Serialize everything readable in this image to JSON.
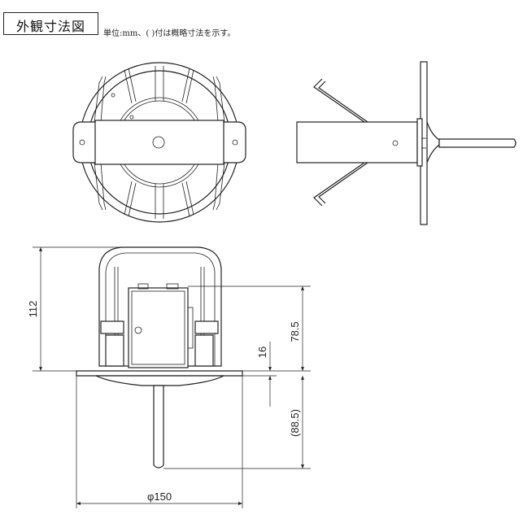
{
  "title": "外観寸法図",
  "unit_note": "単位:mm、( )付は概略寸法を示す。",
  "dimensions": {
    "total_height": "112",
    "upper_height": "78.5",
    "flange_thickness": "16",
    "lower_length": "(88.5)",
    "diameter": "φ150"
  }
}
